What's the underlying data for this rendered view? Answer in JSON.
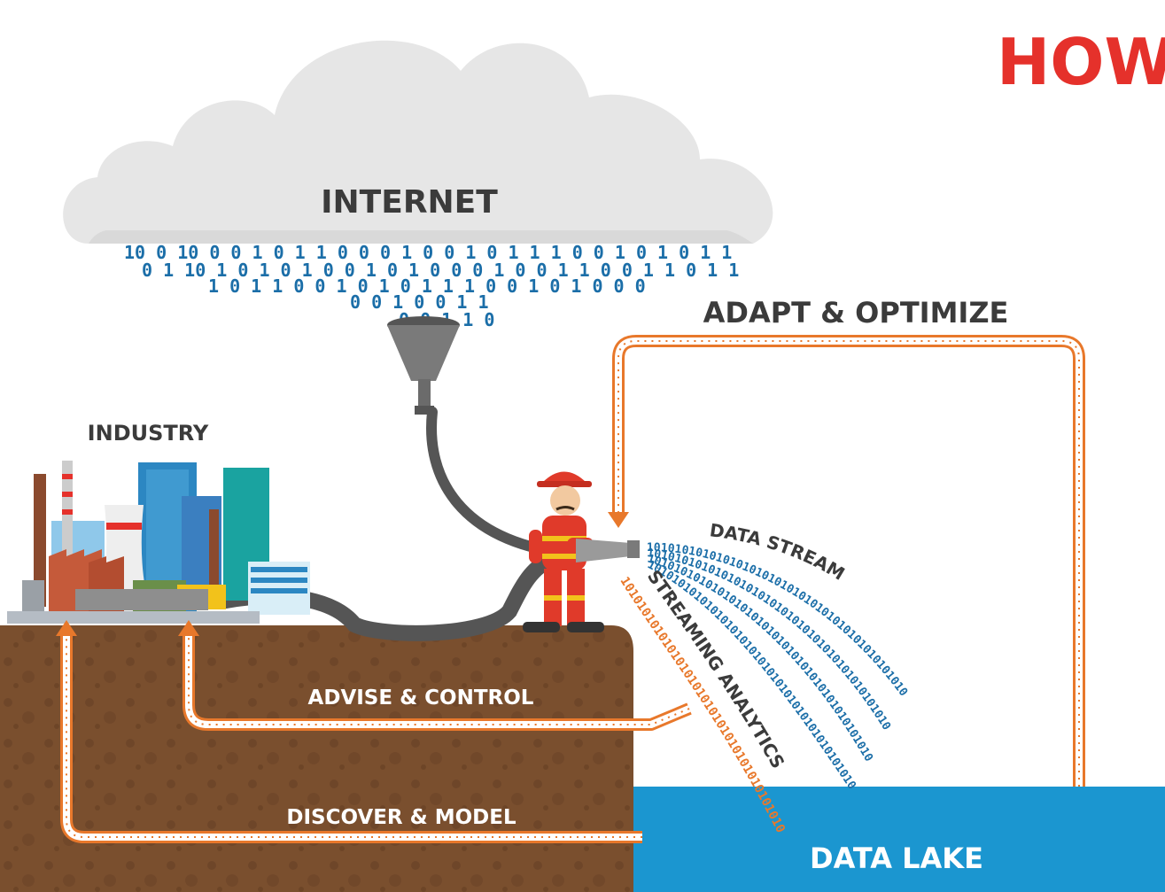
{
  "headline": "HOW",
  "labels": {
    "internet": "INTERNET",
    "industry": "INDUSTRY",
    "adapt": "ADAPT & OPTIMIZE",
    "data_stream": "DATA STREAM",
    "streaming_analytics": "STREAMING ANALYTICS",
    "advise": "ADVISE & CONTROL",
    "discover": "DISCOVER & MODEL",
    "data_lake": "DATA LAKE"
  },
  "binary": {
    "cloud_row_1": "10 0 10 0 0 1 0 1 1 0 0 0 1 0 0 1 0 1 1 1 0 0 1 0 1 0 1 1",
    "cloud_row_2": "0 1 10 1 0 1 0 1 0 0 1 0 1 0 0 0 1 0 0 1 1 0 0 1 1 0 1 1",
    "cloud_row_3": "1 0 1 1 0 0 1 0 1 0 1 1 1 0 0 1 0 1 0 0 0",
    "cloud_row_4": "0 0 1 0 0 1 1",
    "cloud_row_5": "0 0 1 1 0",
    "stream": "10101010101010101010101010101010101010101010",
    "analytics": "1010101010101010101010101010101010101010"
  },
  "colors": {
    "headline": "#e5312b",
    "label_text": "#3b3b3b",
    "binary_blue": "#1b6ea8",
    "binary_orange": "#e8782b",
    "pipe_orange": "#e8782b",
    "soil": "#7a4f2e",
    "soil_dots": "#6a4226",
    "lake": "#1b96d0",
    "cloud": "#e6e6e6",
    "hose": "#555555",
    "firefighter_red": "#e03a2a"
  }
}
